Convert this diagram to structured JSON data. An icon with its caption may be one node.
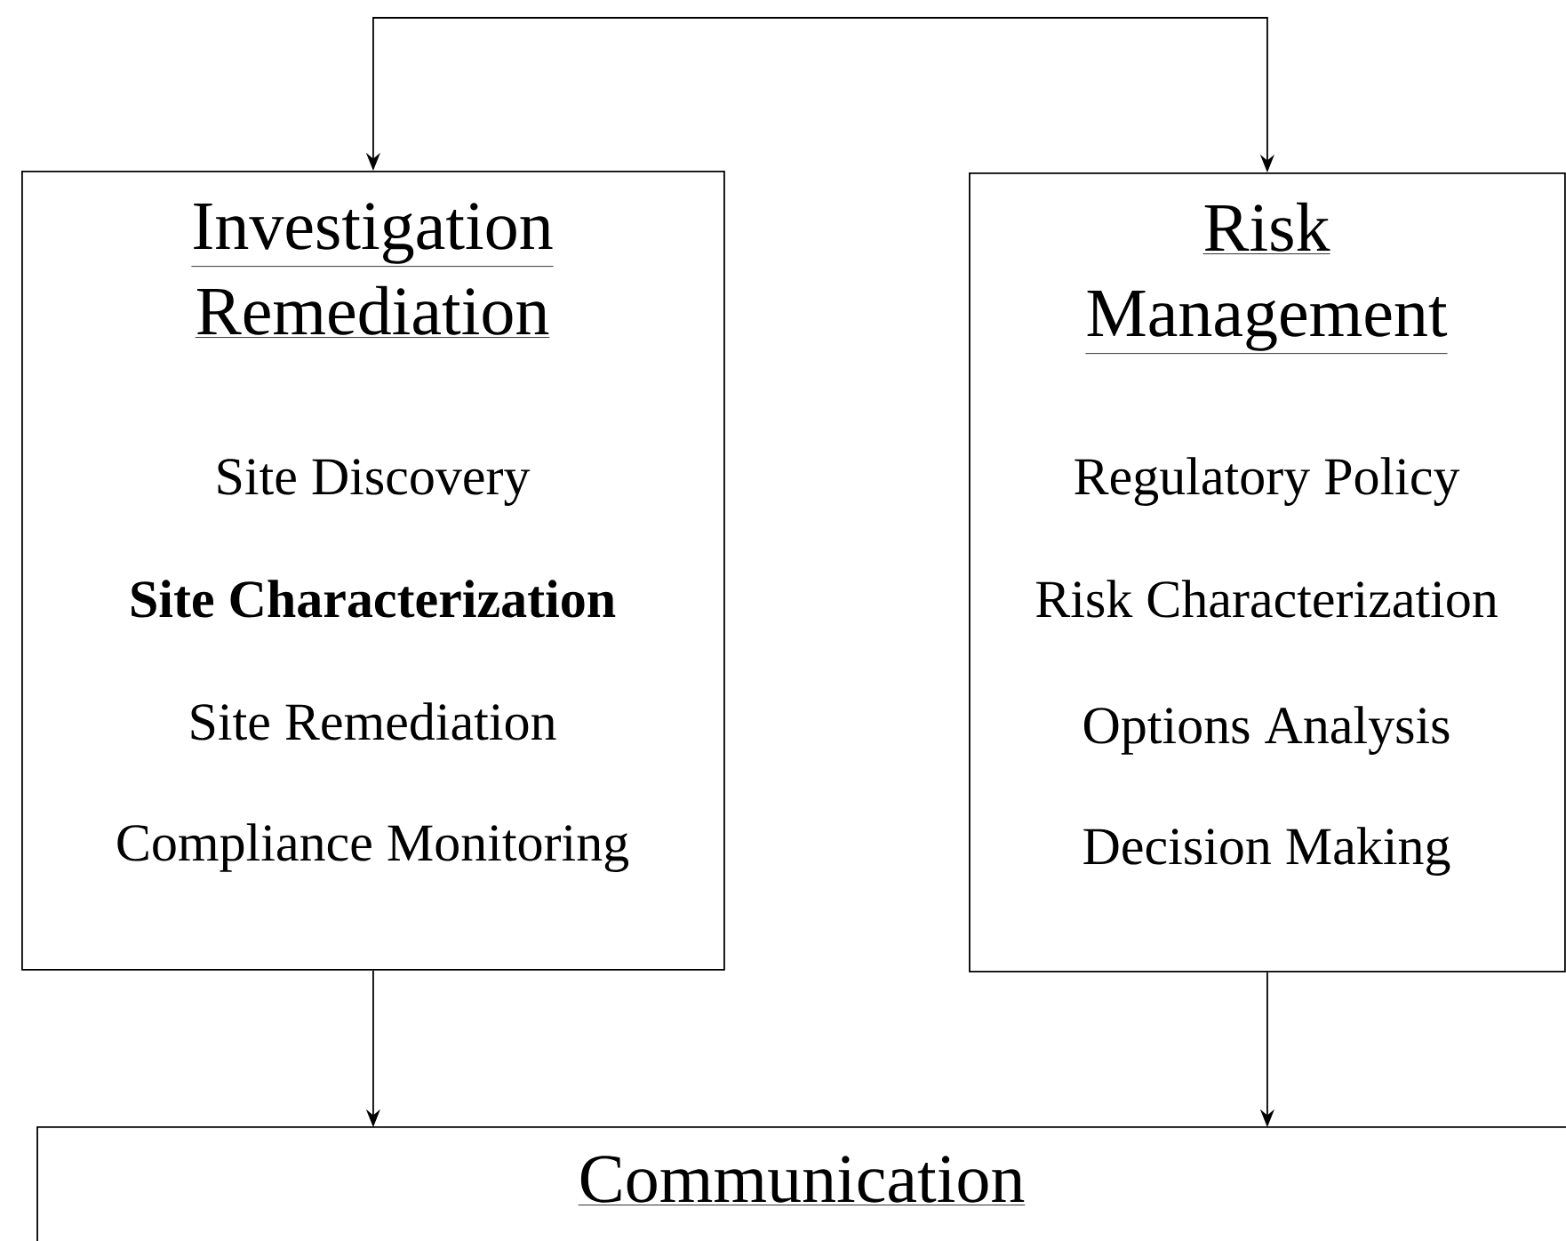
{
  "diagram": {
    "nodes": [
      {
        "text": [
          "Investigation Remediation",
          "Site Discovery",
          "Site Characterization",
          "Site Remediation",
          "Compliance Monitoring"
        ]
      },
      {
        "text": [
          "Risk Management",
          "Regulatory Policy",
          "Risk Characterization",
          "Options Analysis",
          "Decision Making"
        ]
      },
      {
        "text": [
          "Communication"
        ]
      }
    ],
    "edges": [
      {
        "from": 0,
        "to": 1,
        "arrow": "both"
      },
      {
        "from": 0,
        "to": 2,
        "arrow": "to"
      },
      {
        "from": 1,
        "to": 2,
        "arrow": "to"
      }
    ]
  }
}
